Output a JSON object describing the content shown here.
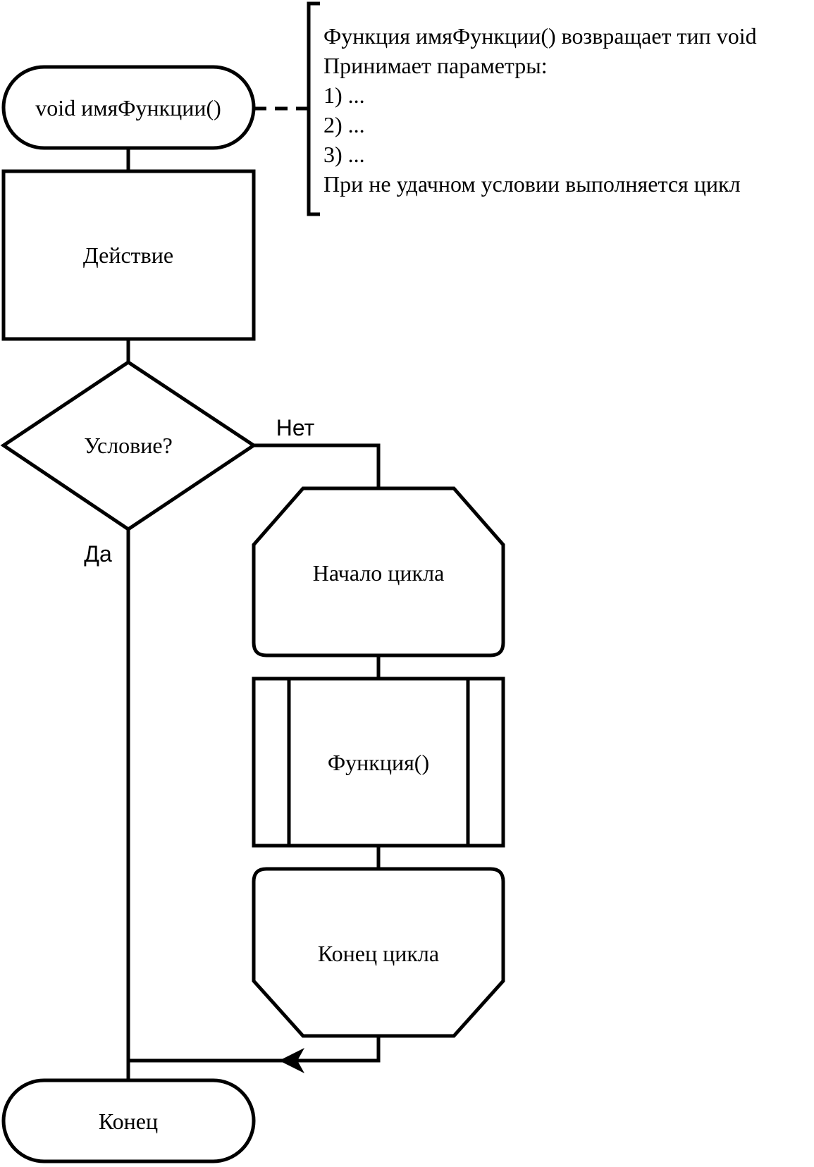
{
  "diagram": {
    "start": "void имяФункции()",
    "action": "Действие",
    "condition": "Условие?",
    "no_label": "Нет",
    "yes_label": "Да",
    "loop_start": "Начало цикла",
    "function_call": "Функция()",
    "loop_end": "Конец цикла",
    "end": "Конец",
    "annotation": {
      "lines": [
        "Функция имяФункции() возвращает тип void",
        "Принимает параметры:",
        "1) ...",
        "2) ...",
        "3) ...",
        "При не удачном условии выполняется цикл"
      ]
    }
  }
}
